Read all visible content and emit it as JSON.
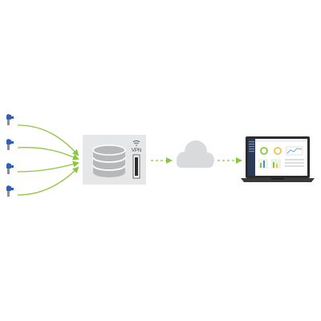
{
  "gateway": {
    "vpn_label": "VPN"
  },
  "sensors": [
    {
      "kind": "sensor-probe"
    },
    {
      "kind": "sensor-probe"
    },
    {
      "kind": "sensor-probe"
    },
    {
      "kind": "sensor-probe"
    }
  ],
  "colors": {
    "sensor": "#2f5fb8",
    "sensor_stem": "#8a8f94",
    "arrow": "#8cc63f",
    "gateway_box": "#e6e7e8",
    "database": "#b6b8ba",
    "cloud": "#d9dadb",
    "laptop_frame": "#2b2b2b",
    "screen_sidebar": "#2a3a5a"
  },
  "icons": [
    "sensor-probe-icon",
    "database-icon",
    "wifi-icon",
    "vpn-device-icon",
    "cloud-icon",
    "laptop-icon"
  ]
}
